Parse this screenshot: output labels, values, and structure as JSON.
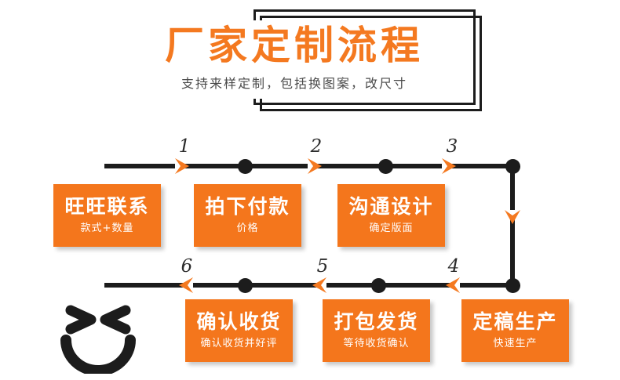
{
  "header": {
    "title": "厂家定制流程",
    "subtitle": "支持来样定制，包括换图案，改尺寸",
    "accent_color": "#f47920",
    "frame_color": "#1c1c1c"
  },
  "flow": {
    "card_color": "#f4761c",
    "arrow_color": "#f47920",
    "line_color": "#1c1c1c",
    "top_row": {
      "direction": "right",
      "numbers": [
        "1",
        "2",
        "3"
      ],
      "cards": [
        {
          "title": "旺旺联系",
          "subtitle": "款式+数量"
        },
        {
          "title": "拍下付款",
          "subtitle": "价格"
        },
        {
          "title": "沟通设计",
          "subtitle": "确定版面"
        }
      ]
    },
    "corner": {
      "direction": "down"
    },
    "bottom_row": {
      "direction": "left",
      "numbers": [
        "4",
        "5",
        "6"
      ],
      "cards": [
        {
          "title": "定稿生产",
          "subtitle": "快速生产"
        },
        {
          "title": "打包发货",
          "subtitle": "等待收货确认"
        },
        {
          "title": "确认收货",
          "subtitle": "确认收货并好评"
        }
      ]
    }
  },
  "decoration": {
    "smiley_icon": "smiley-face-icon"
  }
}
